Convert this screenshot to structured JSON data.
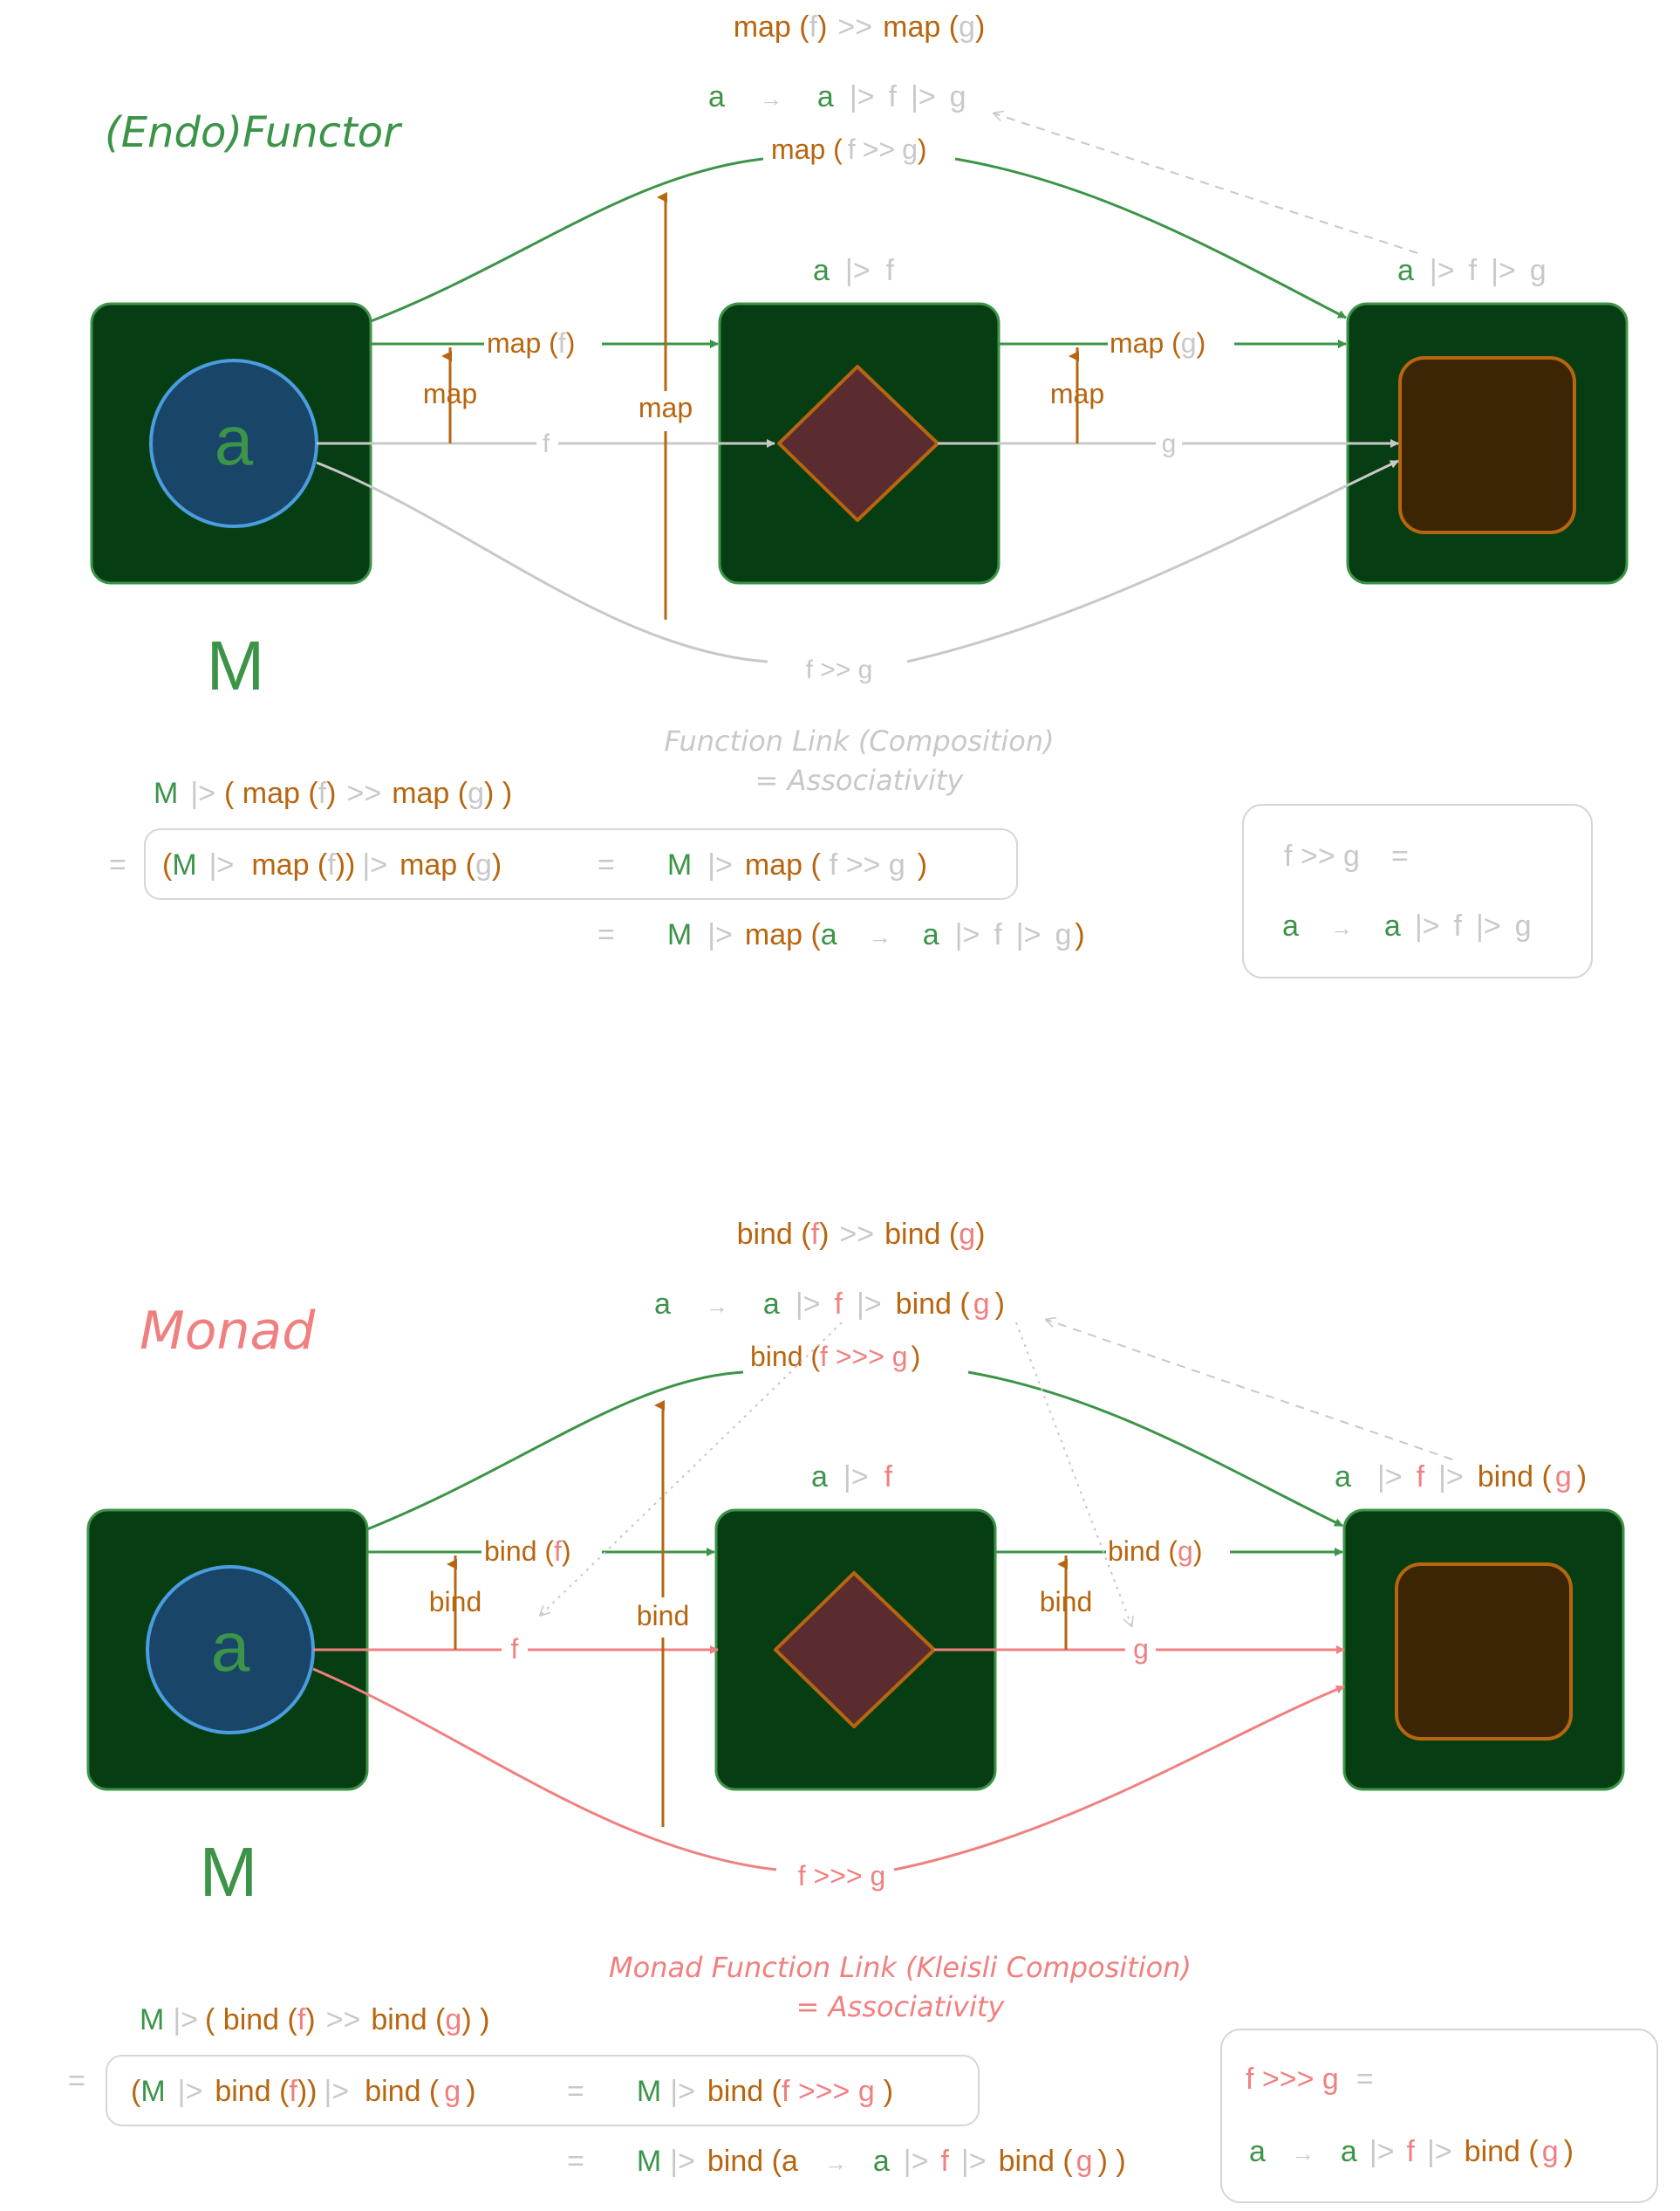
{
  "colors": {
    "green": "#3c9448",
    "dark_green": "#063d12",
    "orange": "#b8650f",
    "gray": "#c8c8c8",
    "pink": "#f08080",
    "blue_fill": "#194569",
    "blue_stroke": "#4a9ee0",
    "diamond_fill": "#5b2c2f",
    "square_fill": "#3b2504"
  },
  "functor": {
    "title": "(Endo)Functor",
    "top_formula": {
      "map1": "map (",
      "f": "f",
      "close1": ")",
      "sep": ">>",
      "map2": "map (",
      "g": "g",
      "close2": ")"
    },
    "lambda_line": {
      "a": "a",
      "arrow": "→",
      "a2": "a",
      "pipe1": "|>",
      "f": "f",
      "pipe2": "|>",
      "g": "g"
    },
    "curve_label": {
      "map": "map (",
      "f": "f",
      "op": ">>",
      "g": "g",
      "close": ")"
    },
    "mid_label": {
      "a": "a",
      "pipe": "|>",
      "f": "f"
    },
    "right_label": {
      "a": "a",
      "pipe1": "|>",
      "f": "f",
      "pipe2": "|>",
      "g": "g"
    },
    "map_f": {
      "map": "map (",
      "f": "f",
      "close": ")"
    },
    "map_g": {
      "map": "map (",
      "g": "g",
      "close": ")"
    },
    "lift_label": "map",
    "center_lift_label": "map",
    "value": "a",
    "f": "f",
    "g": "g",
    "comp": "f >> g",
    "container": "M",
    "caption_line1": "Function Link (Composition)",
    "caption_line2": "=   Associativity",
    "eq1": {
      "m": "M",
      "pipe": "|>",
      "open": "( map (",
      "f": "f",
      "mid": ")",
      "sep": ">>",
      "map2": "map (",
      "g": "g",
      "close": ")  )"
    },
    "eq2": {
      "eq": "=",
      "open": "(",
      "m": "M",
      "pipe": "|>",
      "map": "map (",
      "f": "f",
      "close": "))",
      "pipe2": "|>",
      "map2": "map (",
      "g": "g",
      "close2": ")"
    },
    "eq2_right": {
      "eq": "=",
      "m": "M",
      "pipe": "|>",
      "map": "map (",
      "comp": "f >> g",
      "close": ")"
    },
    "eq3": {
      "eq": "=",
      "m": "M",
      "pipe": "|>",
      "map": "map (",
      "a": "a",
      "arrow": "→",
      "a2": "a",
      "pipe1": "|>",
      "f": "f",
      "pipe2": "|>",
      "g": "g",
      "close": ")"
    },
    "box": {
      "line1": "f >> g",
      "eq": "=",
      "a": "a",
      "arrow": "→",
      "a2": "a",
      "pipe1": "|>",
      "f": "f",
      "pipe2": "|>",
      "g": "g"
    }
  },
  "monad": {
    "title": "Monad",
    "top_formula": {
      "bind1": "bind (",
      "f": "f",
      "close1": ")",
      "sep": ">>",
      "bind2": "bind (",
      "g": "g",
      "close2": ")"
    },
    "lambda_line": {
      "a": "a",
      "arrow": "→",
      "a2": "a",
      "pipe1": "|>",
      "f": "f",
      "pipe2": "|>",
      "bind": "bind (",
      "g": "g",
      "close": ")"
    },
    "curve_label": {
      "bind": "bind (",
      "comp": "f >>> g",
      "close": ")"
    },
    "mid_label": {
      "a": "a",
      "pipe": "|>",
      "f": "f"
    },
    "right_label": {
      "a": "a",
      "pipe1": "|>",
      "f": "f",
      "pipe2": "|>",
      "bind": "bind (",
      "g": "g",
      "close": ")"
    },
    "bind_f": {
      "bind": "bind (",
      "f": "f",
      "close": ")"
    },
    "bind_g": {
      "bind": "bind (",
      "g": "g",
      "close": ")"
    },
    "lift_label": "bind",
    "center_lift_label": "bind",
    "value": "a",
    "f": "f",
    "g": "g",
    "comp": "f >>> g",
    "container": "M",
    "caption_line1": "Monad Function Link (Kleisli Composition)",
    "caption_line2": "=   Associativity",
    "eq1": {
      "m": "M",
      "pipe": "|>",
      "open": "( bind (",
      "f": "f",
      "mid": ")",
      "sep": ">>",
      "bind2": "bind (",
      "g": "g",
      "close": ") )"
    },
    "eq2": {
      "eq": "=",
      "open": "(",
      "m": "M",
      "pipe": "|>",
      "bind": "bind (",
      "f": "f",
      "close": "))",
      "pipe2": "|>",
      "bind2": "bind (",
      "g": "g",
      "close2": ")"
    },
    "eq2_right": {
      "eq": "=",
      "m": "M",
      "pipe": "|>",
      "bind": "bind (",
      "comp": "f >>> g",
      "close": ")"
    },
    "eq3": {
      "eq": "=",
      "m": "M",
      "pipe": "|>",
      "bind": "bind (",
      "a": "a",
      "arrow": "→",
      "a2": "a",
      "pipe1": "|>",
      "f": "f",
      "pipe2": "|>",
      "bind2": "bind (",
      "g": "g",
      "close": ") )"
    },
    "box": {
      "line1": "f >>> g",
      "eq": "=",
      "a": "a",
      "arrow": "→",
      "a2": "a",
      "pipe1": "|>",
      "f": "f",
      "pipe2": "|>",
      "bind": "bind (",
      "g": "g",
      "close": ")"
    }
  }
}
